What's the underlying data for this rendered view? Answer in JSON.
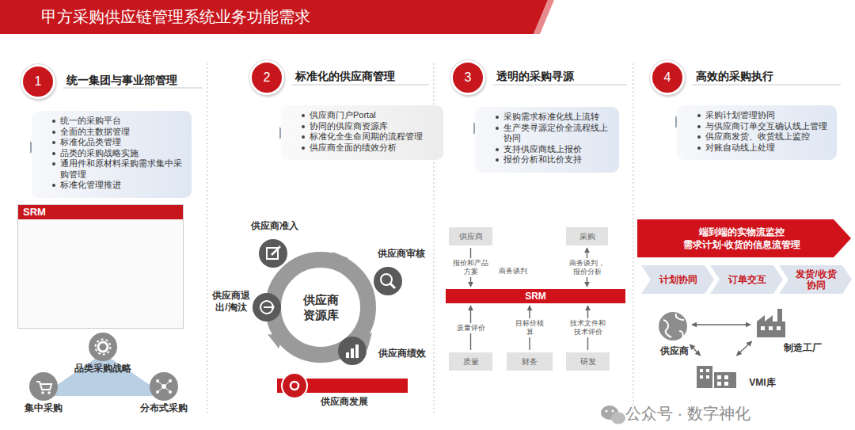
{
  "diagram": {
    "title": "甲方采购供应链管理系统业务功能需求",
    "nodes": [
      {
        "text": [
          "1",
          "统一集团与事业部管理"
        ]
      },
      {
        "text": [
          "统一的采购平台",
          "全面的主数据管理",
          "标准化品类管理",
          "品类的采购战略实施",
          "通用件和原材料采购需求集中采购管理",
          "标准化管理推进"
        ]
      },
      {
        "text": [
          "SRM"
        ]
      },
      {
        "text": [
          "品类采购战略"
        ]
      },
      {
        "text": [
          "集中采购"
        ]
      },
      {
        "text": [
          "分布式采购"
        ]
      },
      {
        "text": [
          "2",
          "标准化的供应商管理"
        ]
      },
      {
        "text": [
          "供应商门户Portal",
          "协同的供应商资源库",
          "标准化全生命周期的流程管理",
          "供应商全面的绩效分析"
        ]
      },
      {
        "text": [
          "供应商资源库"
        ]
      },
      {
        "text": [
          "供应商准入"
        ]
      },
      {
        "text": [
          "供应商审核"
        ]
      },
      {
        "text": [
          "供应商绩效"
        ]
      },
      {
        "text": [
          "供应商退出/淘汰"
        ]
      },
      {
        "text": [
          "供应商发展"
        ]
      },
      {
        "text": [
          "3",
          "透明的采购寻源"
        ]
      },
      {
        "text": [
          "采购需求标准化线上流转",
          "生产类寻源定价全流程线上协同",
          "支持供应商线上报价",
          "报价分析和比价支持"
        ]
      },
      {
        "text": [
          "供应商"
        ]
      },
      {
        "text": [
          "采购"
        ]
      },
      {
        "text": [
          "SRM"
        ]
      },
      {
        "text": [
          "质量"
        ]
      },
      {
        "text": [
          "财务"
        ]
      },
      {
        "text": [
          "研发"
        ]
      },
      {
        "text": [
          "4",
          "高效的采购执行"
        ]
      },
      {
        "text": [
          "采购计划管理协同",
          "与供应商订单交互确认线上管理",
          "供应商发货、收货线上监控",
          "对账自动线上处理"
        ]
      },
      {
        "text": [
          "端到端的实物流监控",
          "需求计划-收货的信息流管理"
        ]
      },
      {
        "text": [
          "计划协同"
        ]
      },
      {
        "text": [
          "订单交互"
        ]
      },
      {
        "text": [
          "发货/收货协同"
        ]
      },
      {
        "text": [
          "供应商"
        ]
      },
      {
        "text": [
          "制造工厂"
        ]
      },
      {
        "text": [
          "VMI库"
        ]
      }
    ],
    "edges": [
      {
        "from": 16,
        "to": 18,
        "label": "报价和产品方案",
        "arrow": "to"
      },
      {
        "from": 17,
        "to": 18,
        "label": "商务谈判，报价分析",
        "arrow": "both"
      },
      {
        "from": 19,
        "to": 18,
        "label": "质量评价",
        "arrow": "to"
      },
      {
        "from": 20,
        "to": 18,
        "label": "目标价核算",
        "arrow": "to"
      },
      {
        "from": 21,
        "to": 18,
        "label": "技术文件和技术评价",
        "arrow": "to"
      },
      {
        "from": 28,
        "to": 29,
        "arrow": "both"
      },
      {
        "from": 28,
        "to": 30,
        "arrow": "both"
      },
      {
        "from": 30,
        "to": 29,
        "arrow": "both"
      }
    ],
    "labels": [
      "商务谈判",
      "公众号 · 数字神化"
    ]
  }
}
